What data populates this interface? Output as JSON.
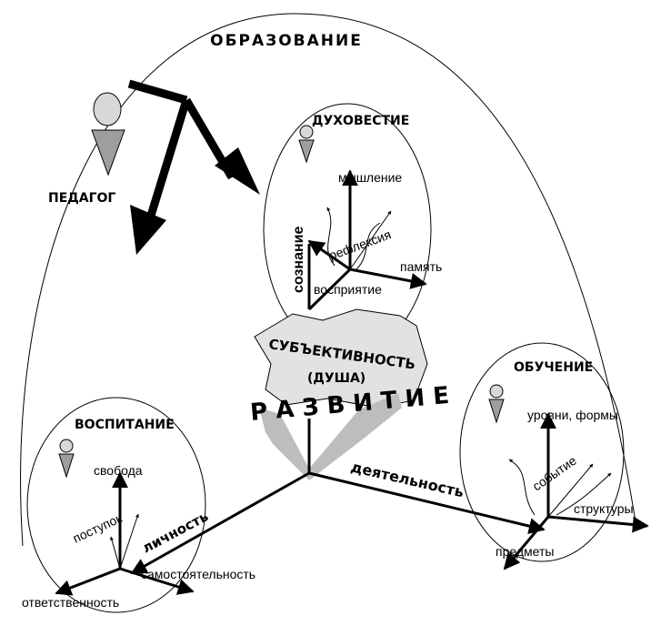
{
  "titles": {
    "education": "ОБРАЗОВАНИЕ",
    "teacher": "ПЕДАГОГ",
    "conscience": "ДУХОВЕСТИЕ",
    "upbringing": "ВОСПИТАНИЕ",
    "learning": "ОБУЧЕНИЕ"
  },
  "core": {
    "subjectivity": "СУБЪЕКТИВНОСТЬ",
    "soul": "(ДУША)",
    "development": "РАЗВИТИЕ"
  },
  "main_axes": {
    "personality": "личность",
    "activity": "деятельность"
  },
  "conscience_axes": {
    "thinking": "мышление",
    "consciousness": "сознание",
    "reflection": "рефлексия",
    "memory": "память",
    "perception": "восприятие"
  },
  "upbringing_axes": {
    "freedom": "свобода",
    "deed": "поступок",
    "independence": "самостоятельность",
    "responsibility": "ответственность"
  },
  "learning_axes": {
    "levels": "уровни, формы",
    "event": "событие",
    "structures": "структуры",
    "subjects": "предметы"
  },
  "icons": [
    "person-icon-teacher",
    "person-icon-conscience",
    "person-icon-upbringing",
    "person-icon-learning"
  ],
  "colors": {
    "line": "#000000",
    "figure_fill": "#d8d8d8",
    "development_fill": "#bdbdbd"
  }
}
